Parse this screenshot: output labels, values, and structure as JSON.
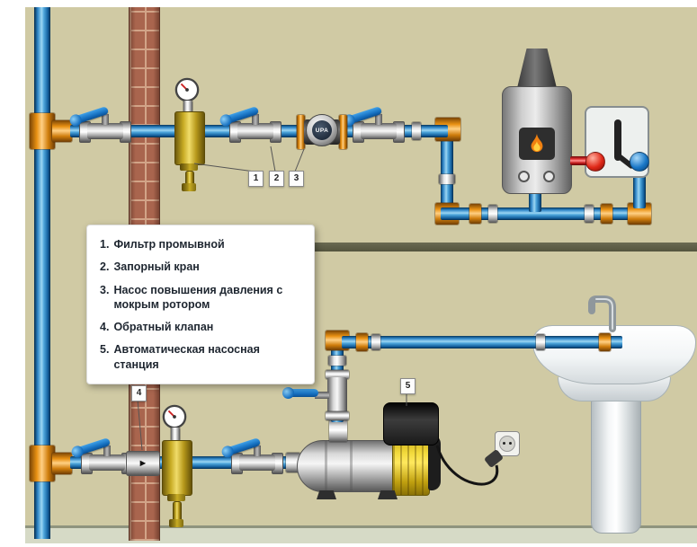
{
  "legend": {
    "items": [
      {
        "num": "1.",
        "text": "Фильтр промывной"
      },
      {
        "num": "2.",
        "text": "Запорный кран"
      },
      {
        "num": "3.",
        "text": "Насос повышения давления с мокрым ротором"
      },
      {
        "num": "4.",
        "text": "Обратный клапан"
      },
      {
        "num": "5.",
        "text": "Автоматическая насосная станция"
      }
    ]
  },
  "callouts": {
    "c1": "1",
    "c2": "2",
    "c3": "3",
    "c4": "4",
    "c5": "5"
  },
  "pump": {
    "label": "UPA"
  },
  "icons": {
    "flow_arrow": "►"
  },
  "colors": {
    "background": "#d0caa4",
    "pipe_cold_blue": "#2f86c8",
    "pipe_hot_red": "#e03030",
    "fitting_orange": "#e89012",
    "filter_brass": "#d8bc3a",
    "wall_brick": "#a9654e",
    "valve_handle_blue": "#1a78c8"
  }
}
